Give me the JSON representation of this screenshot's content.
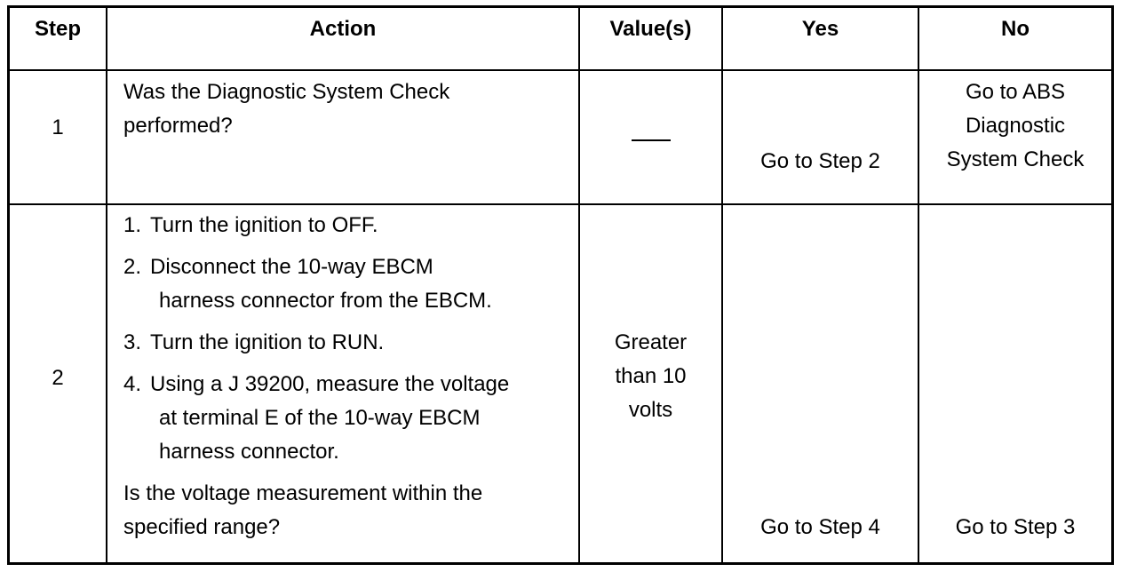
{
  "headers": {
    "step": "Step",
    "action": "Action",
    "values": "Value(s)",
    "yes": "Yes",
    "no": "No"
  },
  "rows": [
    {
      "step": "1",
      "action": "Was the Diagnostic System Check performed?",
      "action_line1": "Was the Diagnostic System Check",
      "action_line2": "performed?",
      "value": "—",
      "yes": "Go to Step 2",
      "no_line1": "Go to ABS",
      "no_line2": "Diagnostic",
      "no_line3": "System Check"
    },
    {
      "step": "2",
      "items": [
        {
          "num": "1.",
          "l1": "Turn the ignition to OFF.",
          "l2": "",
          "l3": ""
        },
        {
          "num": "2.",
          "l1": "Disconnect the 10-way EBCM",
          "l2": "harness connector from the EBCM.",
          "l3": ""
        },
        {
          "num": "3.",
          "l1": "Turn the ignition to RUN.",
          "l2": "",
          "l3": ""
        },
        {
          "num": "4.",
          "l1": "Using a J 39200, measure the voltage",
          "l2": "at terminal E of the 10-way EBCM",
          "l3": "harness connector."
        }
      ],
      "question_line1": "Is the voltage measurement within the",
      "question_line2": "specified range?",
      "value_line1": "Greater",
      "value_line2": "than 10",
      "value_line3": "volts",
      "yes": "Go to Step 4",
      "no": "Go to Step 3"
    }
  ]
}
